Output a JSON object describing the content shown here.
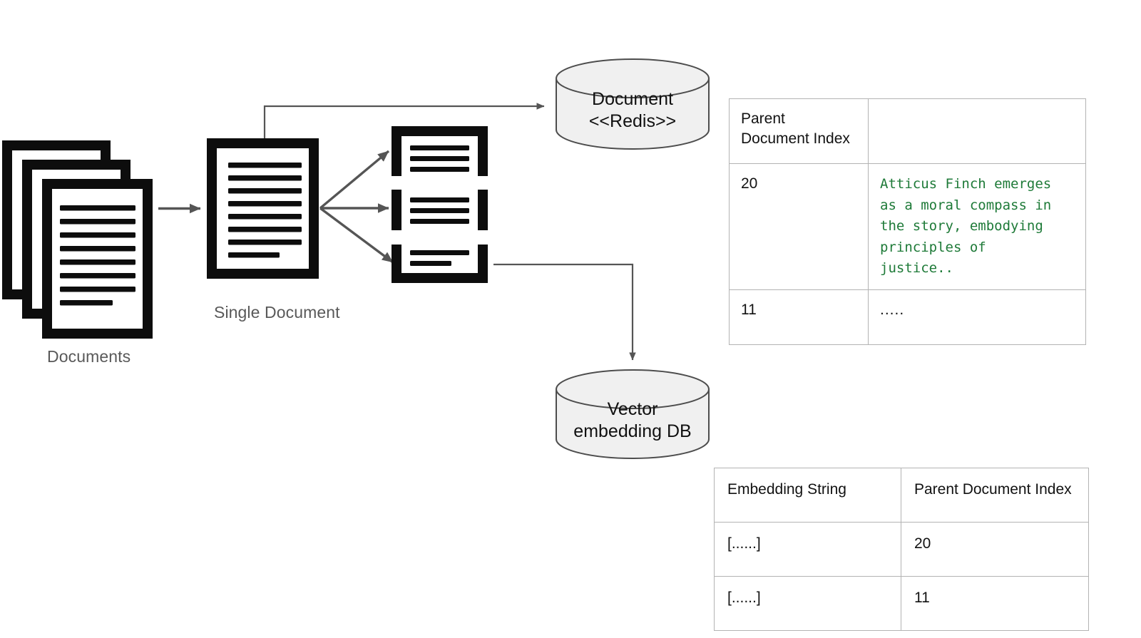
{
  "diagram": {
    "title": "Parent document retrieval indexing flow",
    "labels": {
      "documents": "Documents",
      "single_document": "Single Document"
    },
    "stores": [
      {
        "id": "document-redis",
        "line1": "Document",
        "line2": "<<Redis>>"
      },
      {
        "id": "vector-embedding-db",
        "line1": "Vector",
        "line2": "embedding DB"
      }
    ],
    "colors": {
      "label_text": "#595959",
      "store_fill": "#f0f0f0",
      "store_stroke": "#4d4d4d",
      "arrow": "#555555",
      "table_border": "#b3b3b3",
      "code_green": "#1e7a38",
      "doc_ink": "#0d0d0d"
    }
  },
  "parent_document_table": {
    "name": "parent-document-index-table",
    "headers": [
      "Parent\nDocument Index",
      ""
    ],
    "header_col1_line1": "Parent",
    "header_col1_line2": "Document Index",
    "header_col2": "",
    "rows": [
      {
        "index": "20",
        "content": "Atticus Finch emerges\nas a moral compass in\nthe story, embodying\nprinciples of\njustice..",
        "content_style": "mono-green"
      },
      {
        "index": "11",
        "content": ".....",
        "content_style": "plain"
      }
    ]
  },
  "embedding_table": {
    "name": "embedding-string-table",
    "headers": [
      "Embedding String",
      "Parent Document Index"
    ],
    "rows": [
      {
        "embedding": "[......]",
        "parent_index": "20"
      },
      {
        "embedding": "[......]",
        "parent_index": "11"
      }
    ]
  },
  "arrows": [
    {
      "name": "documents-to-single-document",
      "from": "documents-stack",
      "to": "single-document"
    },
    {
      "name": "single-document-to-redis",
      "from": "single-document",
      "to": "document-redis"
    },
    {
      "name": "single-document-to-chunk-1",
      "from": "single-document",
      "to": "chunk-1"
    },
    {
      "name": "single-document-to-chunk-2",
      "from": "single-document",
      "to": "chunk-2"
    },
    {
      "name": "single-document-to-chunk-3",
      "from": "single-document",
      "to": "chunk-3"
    },
    {
      "name": "chunk-3-to-vector-db",
      "from": "chunk-3",
      "to": "vector-embedding-db"
    }
  ]
}
